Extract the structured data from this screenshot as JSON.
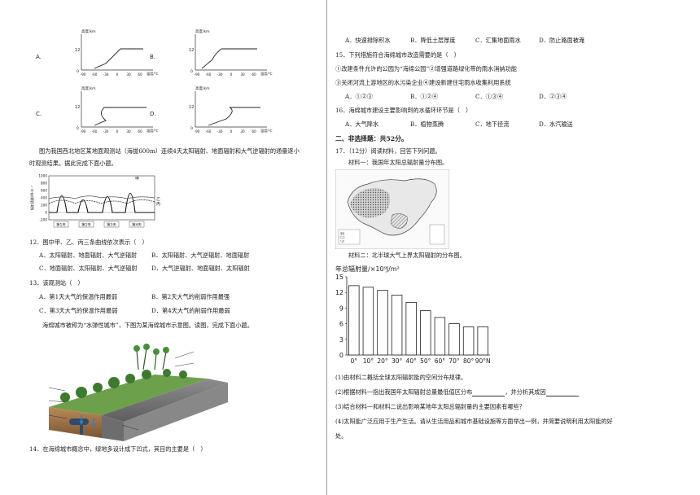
{
  "left": {
    "profile_charts": {
      "axis_y_label": "高度/km",
      "axis_x_label": "温度/℃",
      "y_tick": "12",
      "y_zero": "0",
      "x_ticks": [
        "-90",
        "-60",
        "-30",
        "0",
        "30",
        "60"
      ],
      "panels": [
        {
          "letter": "A."
        },
        {
          "letter": "B."
        },
        {
          "letter": "C."
        },
        {
          "letter": "D."
        }
      ]
    },
    "intro_radiation_1": "图为我国西北地区某地面观测站（海拔600m）连续4天太阳辐射、地面辐射和大气逆辐射的通量逐小",
    "intro_radiation_2": "时观测结果。据此完成下面小题。",
    "radiation_chart": {
      "ylabel": "辐射通量/W·m⁻²",
      "y_ticks": [
        "1000",
        "800",
        "600",
        "400",
        "200",
        "0",
        "-200"
      ],
      "days": [
        "第1天",
        "第2天",
        "第3天",
        "第4天"
      ],
      "series_labels": [
        "甲",
        "乙",
        "丙"
      ]
    },
    "q12": {
      "stem": "12．图中甲、乙、丙三条曲线依次表示（　）",
      "options": [
        "A．太阳辐射、地面辐射、大气逆辐射",
        "B．太阳辐射、大气逆辐射、地面辐射",
        "C．地面辐射、太阳辐射、大气逆辐射",
        "D．大气逆辐射、地面辐射、太阳辐射"
      ]
    },
    "q13": {
      "stem": "13．该观测站（　）",
      "options": [
        "A．第1天大气的保温作用最弱",
        "B．第2天大气的削弱作用最强",
        "C．第3天大气的保温作用最弱",
        "D．第4天大气的削弱作用最弱"
      ]
    },
    "intro_sponge": "海绵城市被称为“水弹性城市”，下图为某海绵城市示意图。读图，完成下面小题。",
    "q14": "14．在海绵城市概念中，绿地多设计成下凹式，其目的主要是（　）"
  },
  "right": {
    "q14_options": [
      "A．快速排除积水",
      "B．降低土层厚度",
      "C．汇集地面雨水",
      "D．防止路面被淹"
    ],
    "q15": {
      "stem": "15．下列措施符合海绵城市改造需要的是（　）",
      "line1": "①改建条件允许的公园为“海绵公园”②增强道路绿化带的雨水消纳功能",
      "line2": "③关闭河流上游地区的水污染企业④建设新建住宅雨水收集利用系统",
      "options": [
        "A．①②③",
        "B．①②④",
        "C．①③④",
        "D．②③④"
      ]
    },
    "q16": {
      "stem": "16．海绵城市建设主要影响到的水循环环节是（　）",
      "options": [
        "A．大气降水",
        "B．植物蒸腾",
        "C．地下径流",
        "D．水汽输送"
      ]
    },
    "section2": "二、非选择题：共52分。",
    "q17_head": "17．（12分）阅读材料，回答下列问题。",
    "material1": "材料一：我国年太阳总辐射量分布图。",
    "material2": "材料二：北半球大气上界太阳辐射的分布图。",
    "bar_chart_title": "年总辐射量/×10⁹J/m²",
    "q17_1": "(1)由材料二概括全球太阳辐射能的空间分布规律。",
    "q17_2a": "(2)根据材料一指出我国年太阳辐射总量最低值区分布",
    "q17_2b": "，并分析其成因",
    "q17_3": "(3)结合材料一和材料二说出影响某地年太阳总辐射量的主要因素有哪些？",
    "q17_4a": "(4)太阳能广泛应用于生产生活。请从生活用品和城市基础设施等方面举出一例，并简要说明利用太阳能的好",
    "q17_4b": "处。"
  },
  "chart_data": [
    {
      "type": "bar",
      "title": "年总辐射量/×10⁹J/m²",
      "categories": [
        "0°",
        "10°",
        "20°",
        "30°",
        "40°",
        "50°",
        "60°",
        "70°",
        "80°",
        "90°N"
      ],
      "values": [
        13.3,
        13.0,
        12.4,
        11.5,
        10.1,
        8.5,
        7.2,
        6.0,
        5.4,
        5.4
      ],
      "ylim": [
        0,
        15
      ],
      "y_ticks": [
        0,
        3,
        6,
        9,
        12,
        15
      ],
      "xlabel": "",
      "ylabel": ""
    }
  ]
}
